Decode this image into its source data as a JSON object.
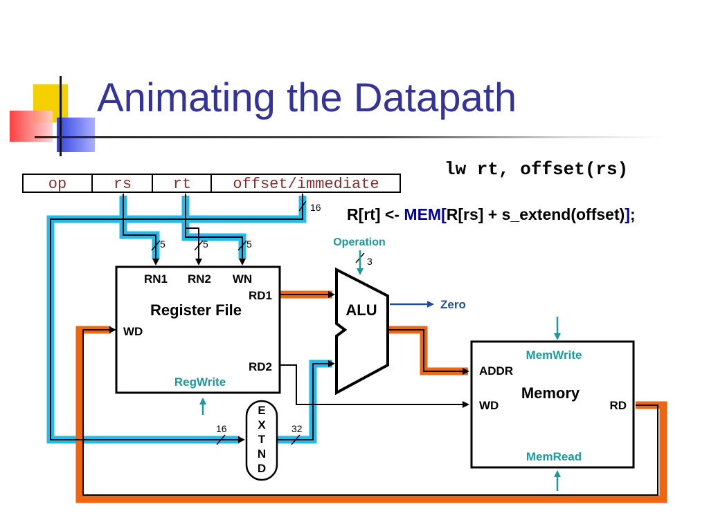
{
  "slide": {
    "title": "Animating the Datapath",
    "instruction": "lw rt, offset(rs)",
    "rtl": {
      "part1": "R[rt] <- ",
      "part2": "MEM[",
      "part3": "R[rs] + s_extend(offset)",
      "part4": "]",
      "part5": ";"
    }
  },
  "instruction_format": {
    "fields": [
      "op",
      "rs",
      "rt",
      "offset/immediate"
    ]
  },
  "register_file": {
    "title": "Register File",
    "inputs": [
      "RN1",
      "RN2",
      "WN"
    ],
    "write_data": "WD",
    "outputs": [
      "RD1",
      "RD2"
    ],
    "control": "RegWrite"
  },
  "alu": {
    "label": "ALU",
    "control": "Operation",
    "output": "Zero"
  },
  "memory": {
    "title": "Memory",
    "inputs": [
      "ADDR",
      "WD"
    ],
    "output": "RD",
    "controls": [
      "MemWrite",
      "MemRead"
    ]
  },
  "extend": {
    "letters": [
      "E",
      "X",
      "T",
      "N",
      "D"
    ]
  },
  "bus_widths": {
    "offset": "16",
    "rn1": "5",
    "rn2": "5",
    "wn": "5",
    "op": "3",
    "ext_in": "16",
    "ext_out": "32"
  },
  "colors": {
    "title": "#333399",
    "highlight_cyan": "#22bbee",
    "highlight_orange": "#ee6611",
    "control": "#1a9a9a",
    "zero_arrow": "#1f4e9a"
  }
}
